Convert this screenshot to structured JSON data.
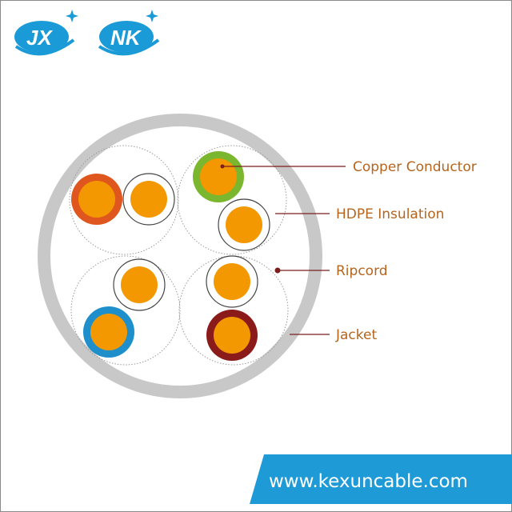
{
  "logos": [
    {
      "text": "JX",
      "color": "#1a9ad6"
    },
    {
      "text": "NK",
      "color": "#1a9ad6"
    }
  ],
  "labels": {
    "conductor": "Copper Conductor",
    "insulation": "HDPE Insulation",
    "ripcord": "Ripcord",
    "jacket": "Jacket"
  },
  "footer": {
    "url": "www.kexuncable.com",
    "color": "#1e9bd7"
  },
  "colors": {
    "jacket": "#c8c8c8",
    "copper": "#f39800",
    "leader_line": "#7a1e1e",
    "pair_orange": "#e0561f",
    "pair_green": "#7ab72e",
    "pair_blue": "#1e8fcb",
    "pair_brown": "#8b1a1a",
    "stripe_white": "#ffffff"
  }
}
